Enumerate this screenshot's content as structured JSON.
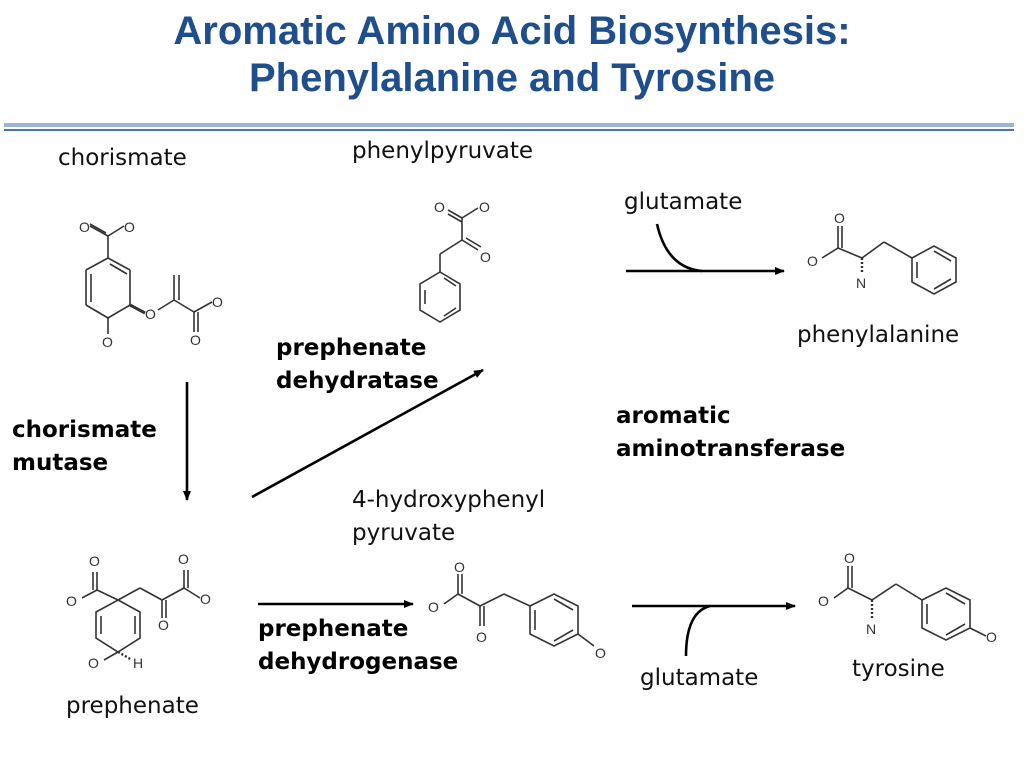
{
  "title": {
    "line1": "Aromatic Amino Acid  Biosynthesis:",
    "line2": "Phenylalanine and Tyrosine"
  },
  "compounds": {
    "chorismate": "chorismate",
    "phenylpyruvate": "phenylpyruvate",
    "phenylalanine": "phenylalanine",
    "prephenate": "prephenate",
    "hydroxyphenylpyruvate_line1": "4-hydroxyphenyl",
    "hydroxyphenylpyruvate_line2": "pyruvate",
    "tyrosine": "tyrosine",
    "glutamate_top": "glutamate",
    "glutamate_bottom": "glutamate"
  },
  "enzymes": {
    "chorismate_mutase_line1": "chorismate",
    "chorismate_mutase_line2": "mutase",
    "prephenate_dehydratase_line1": "prephenate",
    "prephenate_dehydratase_line2": "dehydratase",
    "aromatic_aminotransferase_line1": "aromatic",
    "aromatic_aminotransferase_line2": "aminotransferase",
    "prephenate_dehydrogenase_line1": "prephenate",
    "prephenate_dehydrogenase_line2": "dehydrogenase"
  },
  "atoms": {
    "oxygen": "O",
    "nitrogen": "N",
    "hydrogen": "H"
  },
  "colors": {
    "title": "#1f4e8c",
    "rule": "#4a73b5",
    "bond": "#333333"
  }
}
